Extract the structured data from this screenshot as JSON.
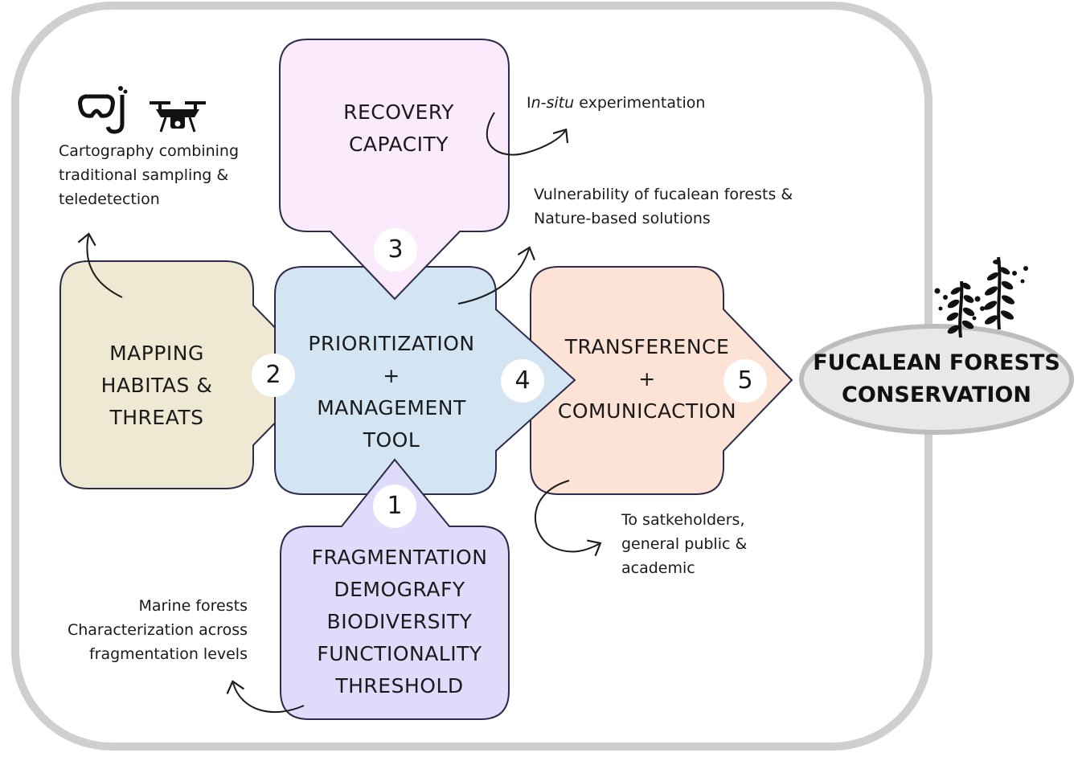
{
  "boxes": {
    "mapping": {
      "lines": [
        "MAPPING",
        "HABITAS &",
        "THREATS"
      ],
      "badge": "2",
      "color": "#efe9d3"
    },
    "prioritization": {
      "lines": [
        "PRIORITIZATION",
        "+",
        "MANAGEMENT",
        "TOOL"
      ],
      "badge": "4",
      "color": "#d3e4f3"
    },
    "recovery": {
      "lines": [
        "RECOVERY",
        "CAPACITY"
      ],
      "badge": "3",
      "color": "#fbeafc"
    },
    "fragmentation": {
      "lines": [
        "FRAGMENTATION",
        "DEMOGRAFY",
        "BIODIVERSITY",
        "FUNCTIONALITY",
        "THRESHOLD"
      ],
      "badge": "1",
      "color": "#dedcfa"
    },
    "transference": {
      "lines": [
        "TRANSFERENCE",
        "+",
        "COMUNICACTION"
      ],
      "badge": "5",
      "color": "#fde3d6"
    }
  },
  "goal": {
    "lines": [
      "FUCALEAN FORESTS",
      "CONSERVATION"
    ],
    "color": "#e8e8e8"
  },
  "notes": {
    "cartography": [
      "Cartography combining",
      "traditional sampling &",
      "teledetection"
    ],
    "insitu": {
      "prefix": "I",
      "italic": "n-situ",
      "suffix": " experimentation"
    },
    "vulnerability": [
      "Vulnerability of fucalean forests &",
      "Nature-based solutions"
    ],
    "stakeholders": [
      "To satkeholders,",
      "general public &",
      "academic"
    ],
    "marine": [
      "Marine forests",
      "Characterization across",
      "fragmentation levels"
    ]
  },
  "icons": [
    "snorkel-mask-icon",
    "drone-icon",
    "seaweed-icon"
  ],
  "colors": {
    "outline": "#2c2c4a",
    "frame": "#cfcfcf",
    "stroke": "#1a1a1a"
  }
}
